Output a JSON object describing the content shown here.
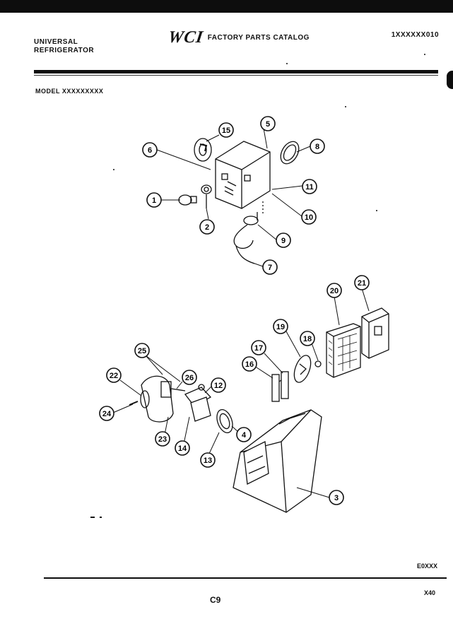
{
  "header": {
    "left_line1": "UNIVERSAL",
    "left_line2": "REFRIGERATOR",
    "brand": "WCI",
    "catalog_title": "FACTORY PARTS CATALOG",
    "doc_code": "1XXXXXX010"
  },
  "model_line": "MODEL XXXXXXXXX",
  "callouts": [
    "15",
    "5",
    "6",
    "8",
    "1",
    "2",
    "11",
    "10",
    "9",
    "7",
    "20",
    "21",
    "19",
    "18",
    "17",
    "16",
    "25",
    "22",
    "26",
    "12",
    "24",
    "23",
    "14",
    "4",
    "13",
    "3"
  ],
  "footer": {
    "drawing_code": "E0XXX",
    "page_label": "C9",
    "page_number": "X40"
  }
}
